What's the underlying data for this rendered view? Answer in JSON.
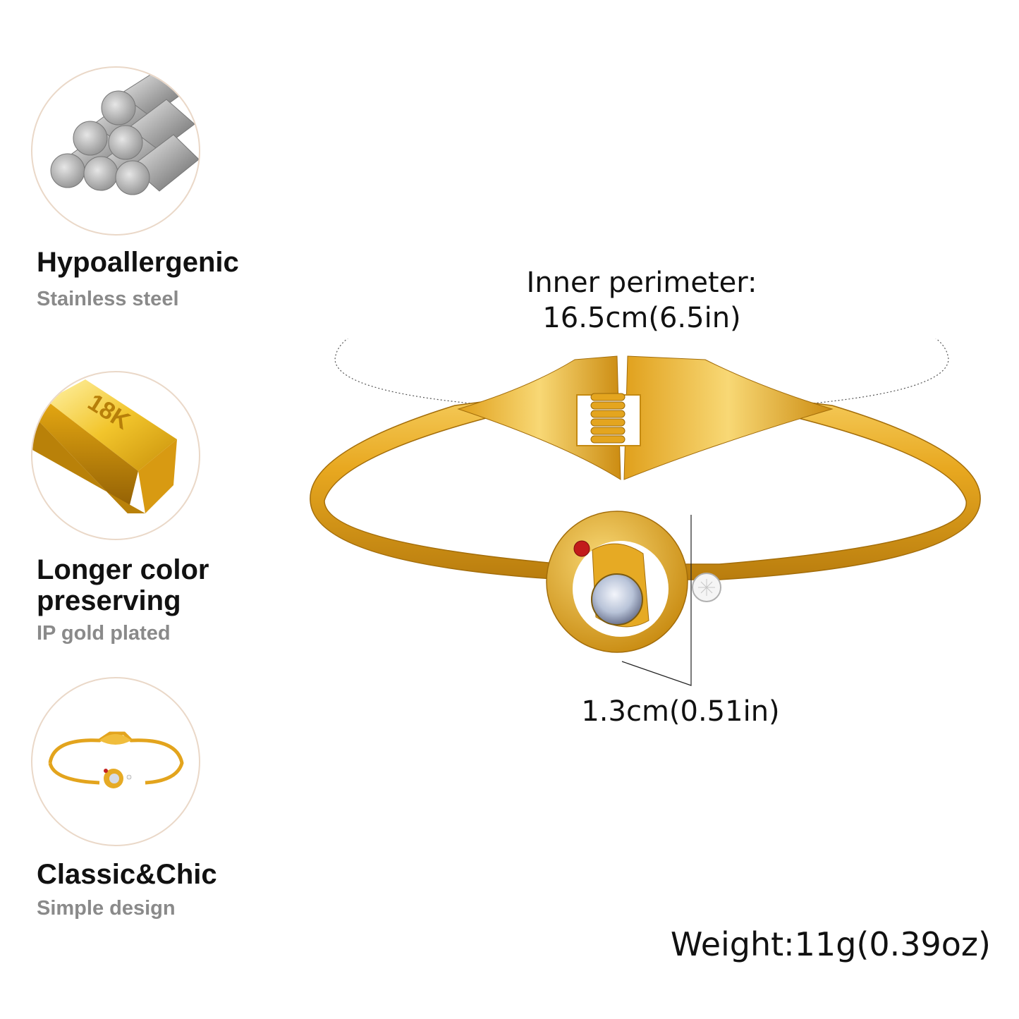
{
  "features": [
    {
      "title": "Hypoallergenic",
      "subtitle": "Stainless steel",
      "icon": "steel-rods-icon"
    },
    {
      "title": "Longer color preserving",
      "subtitle": "IP gold plated",
      "icon": "gold-bar-icon",
      "bar_label": "18K"
    },
    {
      "title": "Classic&Chic",
      "subtitle": "Simple design",
      "icon": "bangle-thumbnail-icon"
    }
  ],
  "dimensions": {
    "perimeter_label": "Inner perimeter:",
    "perimeter_value": "16.5cm(6.5in)",
    "pendant_size": "1.3cm(0.51in)",
    "weight": "Weight:11g(0.39oz)"
  },
  "colors": {
    "gold": "#e8a820",
    "gold_light": "#f6d061",
    "gold_dark": "#b97d0e",
    "circle_border": "#ead8c8",
    "subtitle_gray": "#8a8a8a"
  }
}
